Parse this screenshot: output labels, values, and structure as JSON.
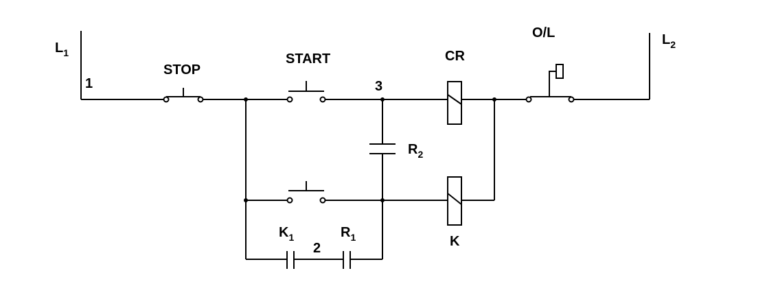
{
  "labels": {
    "l1": "L",
    "l1_sub": "1",
    "l2": "L",
    "l2_sub": "2",
    "node1": "1",
    "stop": "STOP",
    "start": "START",
    "node3": "3",
    "cr": "CR",
    "ol": "O/L",
    "r2": "R",
    "r2_sub": "2",
    "k": "K",
    "k1": "K",
    "k1_sub": "1",
    "node2": "2",
    "r1": "R",
    "r1_sub": "1"
  }
}
